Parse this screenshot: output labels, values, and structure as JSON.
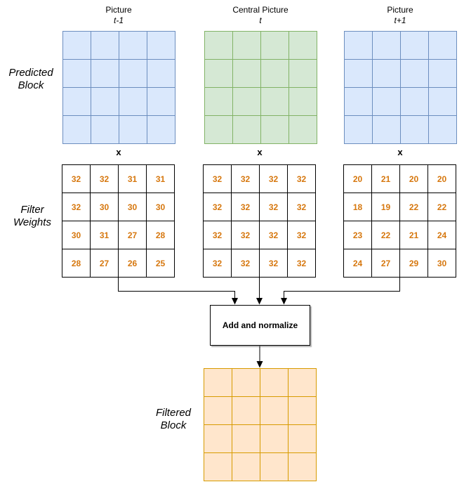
{
  "colors": {
    "blue-fill": "#dae8fc",
    "blue-stroke": "#6c8ebf",
    "green-fill": "#d5e8d4",
    "green-stroke": "#82b366",
    "orange-fill": "#ffe6cc",
    "orange-stroke": "#d79b00",
    "weight-text": "#d6770e",
    "line": "#000000"
  },
  "header": {
    "left": {
      "line1": "Picture",
      "line2": "t-1"
    },
    "center": {
      "line1": "Central Picture",
      "line2": "t"
    },
    "right": {
      "line1": "Picture",
      "line2": "t+1"
    }
  },
  "labels": {
    "predicted_block": {
      "line1": "Predicted",
      "line2": "Block"
    },
    "filter_weights": {
      "line1": "Filter",
      "line2": "Weights"
    },
    "filtered_block": {
      "line1": "Filtered",
      "line2": "Block"
    },
    "multiply": "x",
    "add_normalize": "Add and normalize"
  },
  "weights": {
    "left": {
      "cells": [
        32,
        32,
        31,
        31,
        32,
        30,
        30,
        30,
        30,
        31,
        27,
        28,
        28,
        27,
        26,
        25
      ]
    },
    "center": {
      "cells": [
        32,
        32,
        32,
        32,
        32,
        32,
        32,
        32,
        32,
        32,
        32,
        32,
        32,
        32,
        32,
        32
      ]
    },
    "right": {
      "cells": [
        20,
        21,
        20,
        20,
        18,
        19,
        22,
        22,
        23,
        22,
        21,
        24,
        24,
        27,
        29,
        30
      ]
    }
  }
}
